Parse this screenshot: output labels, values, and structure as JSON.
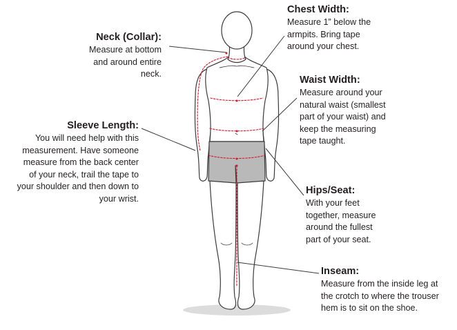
{
  "colors": {
    "outline": "#3a3a3a",
    "body_fill": "#ffffff",
    "shorts": "#b9b9b9",
    "tape": "#d4182c",
    "leader": "#3a3a3a",
    "shadow": "#dcdcdc",
    "text": "#231f20"
  },
  "annotations": {
    "neck": {
      "title": "Neck (Collar):",
      "body": [
        "Measure at bottom",
        "and around entire",
        "neck."
      ]
    },
    "chest": {
      "title": "Chest Width:",
      "body": [
        "Measure 1” below the",
        "armpits. Bring tape",
        "around your chest."
      ]
    },
    "waist": {
      "title": "Waist Width:",
      "body": [
        "Measure around your",
        "natural waist (smallest",
        "part of your waist) and",
        "keep the measuring",
        "tape taught."
      ]
    },
    "sleeve": {
      "title": "Sleeve Length:",
      "body": [
        "You will need help with this",
        "measurement. Have someone",
        "measure from the back center",
        "of your neck, trail the tape to",
        "your shoulder and then down to",
        "your wrist."
      ]
    },
    "hips": {
      "title": "Hips/Seat:",
      "body": [
        "With your feet",
        "together, measure",
        "around the fullest",
        "part of your seat."
      ]
    },
    "inseam": {
      "title": "Inseam:",
      "body": [
        "Measure from the inside leg at",
        "the crotch to where the trouser",
        "hem is to sit on the shoe."
      ]
    }
  }
}
